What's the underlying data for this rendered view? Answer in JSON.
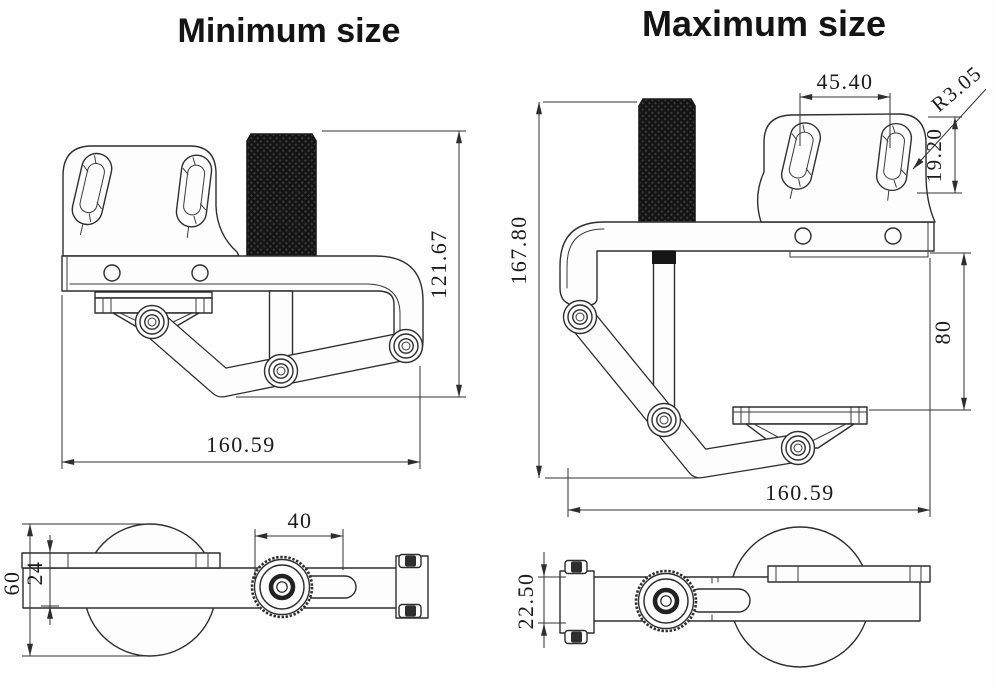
{
  "titles": {
    "minimum": "Minimum size",
    "maximum": "Maximum size"
  },
  "minimum_view": {
    "front": {
      "height": "121.67",
      "width": "160.59"
    },
    "top": {
      "body_height": "60",
      "arm_height": "24",
      "slot_length": "40"
    }
  },
  "maximum_view": {
    "front": {
      "height": "167.80",
      "width": "160.59",
      "slot_spacing": "45.40",
      "slot_radius": "R3.05",
      "slot_depth": "19.20",
      "extension": "80"
    },
    "top": {
      "arm_offset": "22.50"
    }
  },
  "colors": {
    "line": "#2e2e2e",
    "background": "#ffffff",
    "knob_fill": "#161616"
  }
}
